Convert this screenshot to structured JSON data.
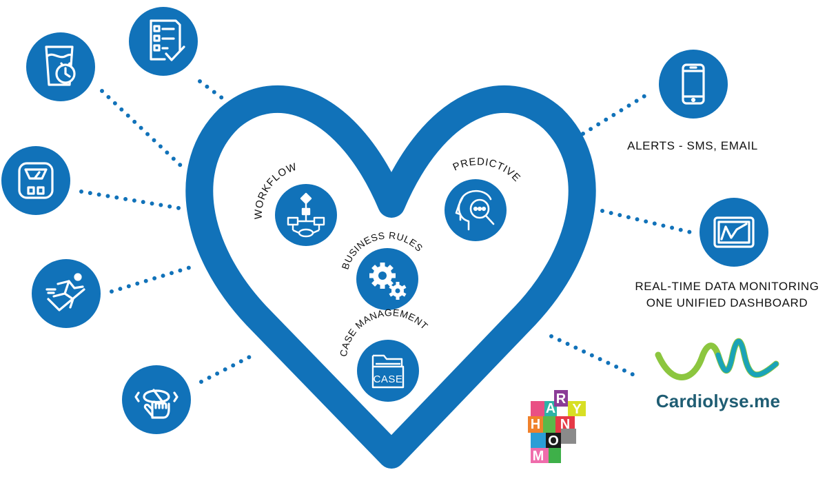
{
  "colors": {
    "primary": "#1172b9",
    "dots": "#1172b9",
    "text": "#111111",
    "brand_green": "#8cc63f",
    "brand_teal": "#1aa3b8",
    "brand_text": "#1f5d73"
  },
  "center": {
    "workflow": "WORKFLOW",
    "predictive": "PREDICTIVE",
    "business_rules": "BUSINESS RULES",
    "case_management": "CASE MANAGEMENT",
    "case_tab": "CASE"
  },
  "right": {
    "alerts": "ALERTS - SMS, EMAIL",
    "monitoring_line1": "REAL-TIME DATA MONITORING",
    "monitoring_line2": "ONE UNIFIED DASHBOARD",
    "brand": "Cardiolyse.me"
  },
  "harmony_logo": {
    "letters": [
      "H",
      "A",
      "R",
      "M",
      "O",
      "N",
      "Y"
    ]
  },
  "left_icons": [
    {
      "icon": "checklist-icon"
    },
    {
      "icon": "water-glass-timer-icon"
    },
    {
      "icon": "weighing-scale-icon"
    },
    {
      "icon": "running-person-icon"
    },
    {
      "icon": "touch-gesture-icon"
    }
  ],
  "right_icons": [
    {
      "icon": "smartphone-icon"
    },
    {
      "icon": "tablet-chart-icon"
    }
  ]
}
